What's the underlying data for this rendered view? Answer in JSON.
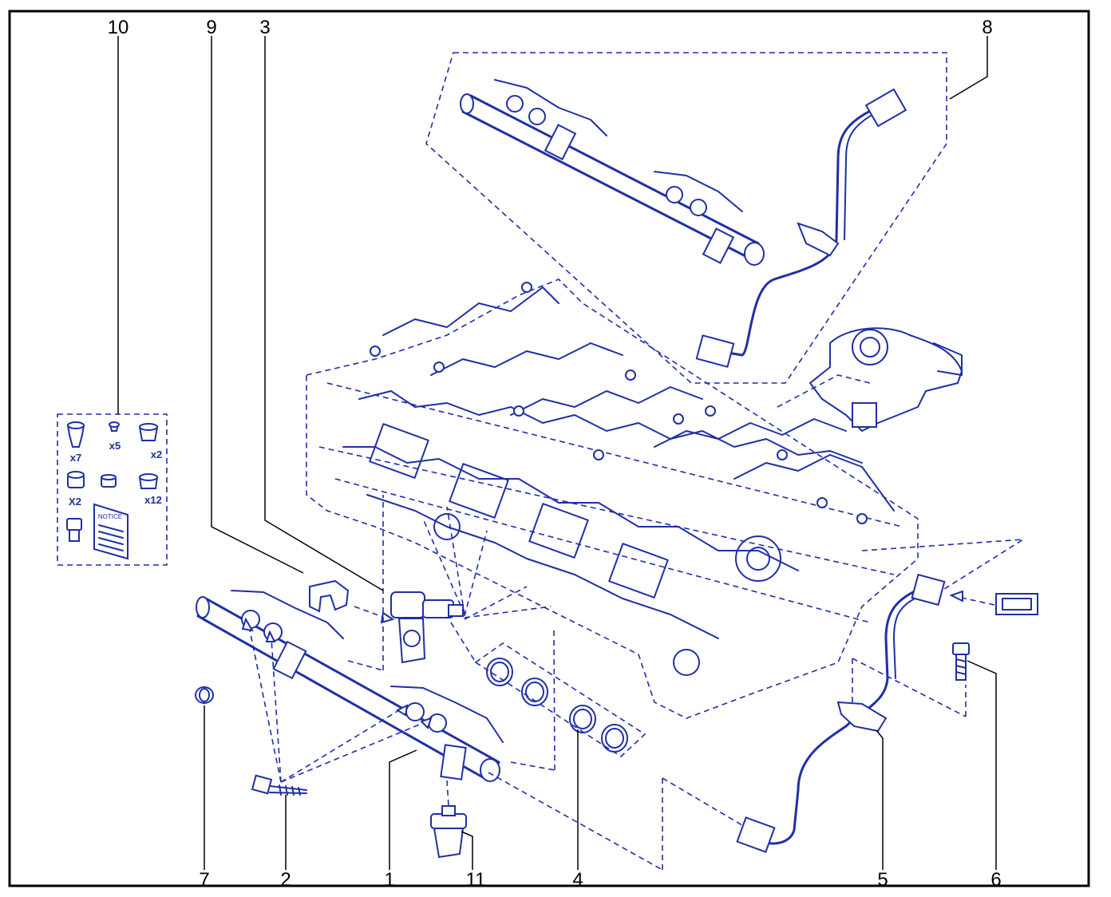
{
  "callouts": {
    "c10": "10",
    "c9": "9",
    "c3": "3",
    "c8": "8",
    "c7": "7",
    "c2": "2",
    "c1": "1",
    "c11": "11",
    "c4": "4",
    "c5": "5",
    "c6": "6"
  },
  "kit": {
    "qty_x7": "x7",
    "qty_x5": "x5",
    "qty_x2a": "x2",
    "qty_X2": "X2",
    "qty_x12": "x12",
    "notice_label": "NOTICE"
  },
  "colors": {
    "line": "#1f2fa5",
    "frame": "#000000",
    "background": "#ffffff"
  }
}
